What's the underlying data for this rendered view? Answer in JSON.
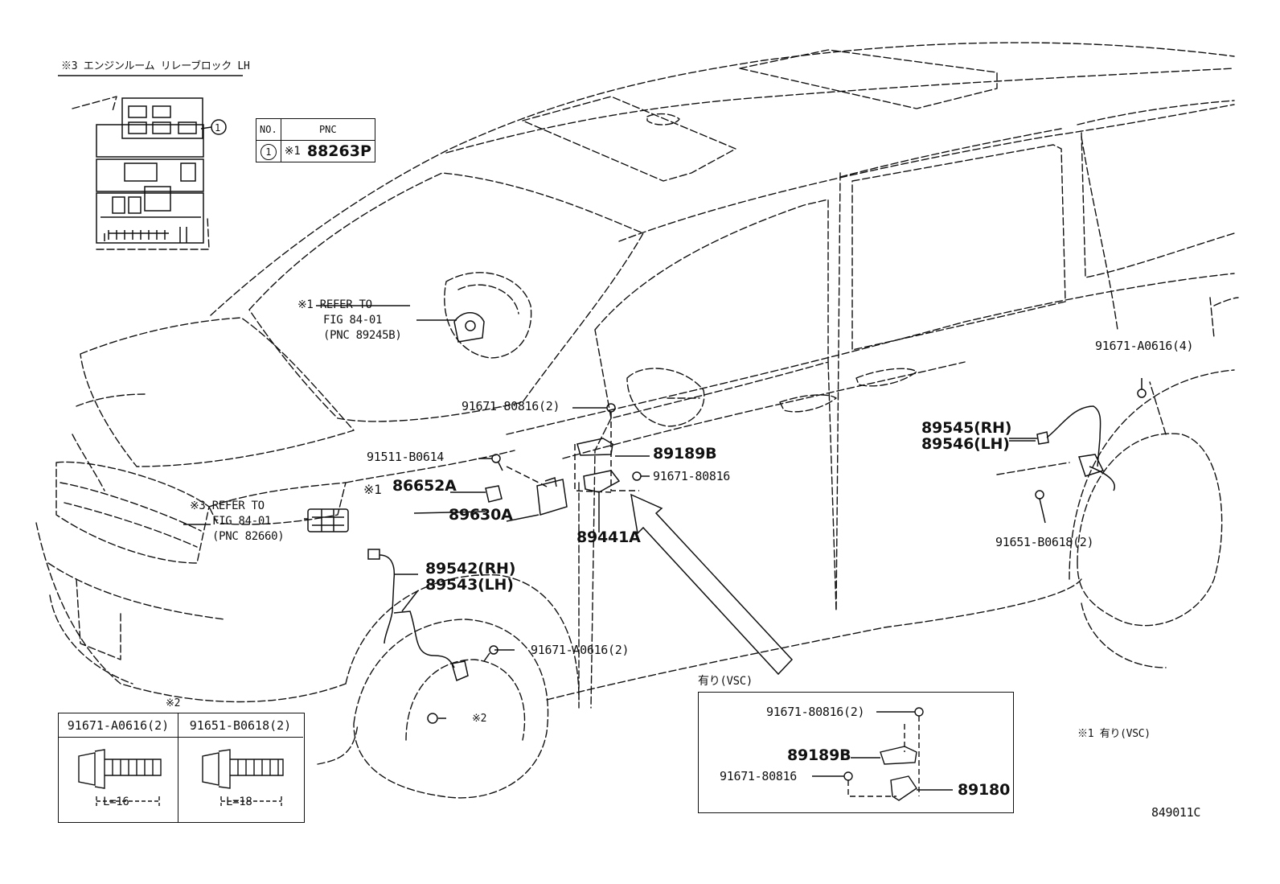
{
  "diagram": {
    "inset_title": "※3 エンジンルーム リレーブロック LH",
    "callout_circle": "1",
    "pnc_table": {
      "headers": [
        "NO.",
        "PNC"
      ],
      "rows": [
        {
          "no": "1",
          "note": "※1",
          "pnc": "88263P"
        }
      ]
    },
    "refer_labels": {
      "steering": [
        "※1 REFER TO",
        "FIG 84-01",
        "(PNC 89245B)"
      ],
      "relay": [
        "※3 REFER TO",
        "FIG 84-01",
        "(PNC 82660)"
      ]
    },
    "parts": {
      "p91671_80816_2": "91671-80816(2)",
      "p89189B": "89189B",
      "p91511_B0614": "91511-B0614",
      "p91671_80816": "91671-80816",
      "note1": "※1",
      "p86652A": "86652A",
      "p89630A": "89630A",
      "p89441A": "89441A",
      "p89542": "89542(RH)",
      "p89543": "89543(LH)",
      "p91671_A0616_2": "91671-A0616(2)",
      "note2": "※2",
      "p91671_A0616_4": "91671-A0616(4)",
      "p89545": "89545(RH)",
      "p89546": "89546(LH)",
      "p91651_B0618_2": "91651-B0618(2)"
    },
    "bolt_table": {
      "note": "※2",
      "columns": [
        {
          "part": "91671-A0616(2)",
          "length": "L=16"
        },
        {
          "part": "91651-B0618(2)",
          "length": "L=18"
        }
      ]
    },
    "vsc_box": {
      "title": "有り(VSC)",
      "p91671_80816_2": "91671-80816(2)",
      "p89189B": "89189B",
      "p91671_80816": "91671-80816",
      "p89180": "89180"
    },
    "footnote": "※1 有り(VSC)",
    "figure_code": "849011C"
  }
}
